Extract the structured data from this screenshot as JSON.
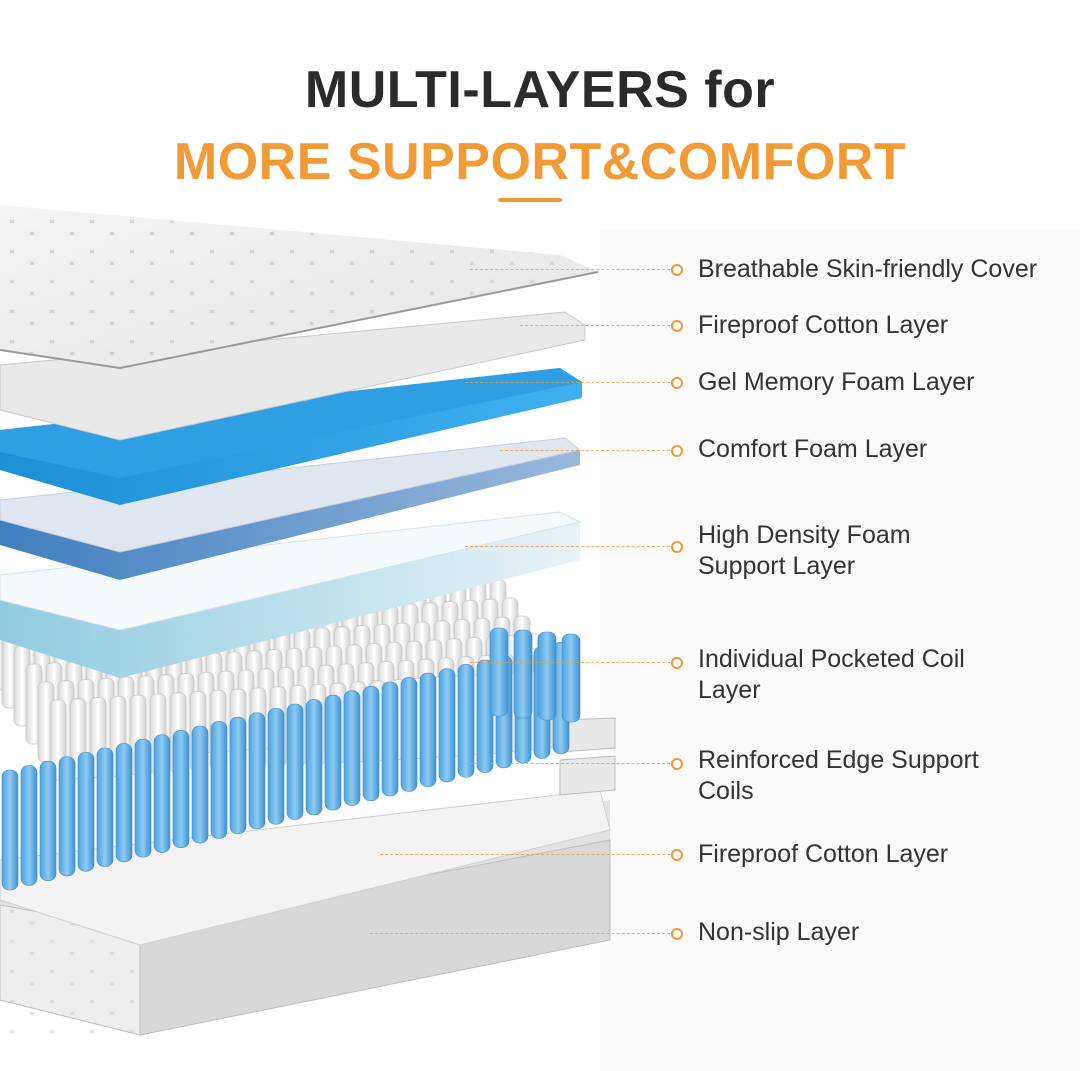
{
  "title": {
    "line1": "MULTI-LAYERS for",
    "line2": "MORE SUPPORT&COMFORT"
  },
  "colors": {
    "accent": "#f29a36",
    "text": "#333333",
    "heading": "#2b2b2b",
    "gel": "#2a9be0",
    "coil_blue": "#5fb3ea"
  },
  "layers": [
    {
      "label": "Breathable Skin-friendly Cover"
    },
    {
      "label": "Fireproof Cotton Layer"
    },
    {
      "label": "Gel Memory Foam Layer"
    },
    {
      "label": "Comfort Foam Layer"
    },
    {
      "label": "High Density Foam\nSupport Layer"
    },
    {
      "label": "Individual Pocketed Coil\nLayer"
    },
    {
      "label": "Reinforced Edge Support\nCoils"
    },
    {
      "label": "Fireproof Cotton Layer"
    },
    {
      "label": "Non-slip Layer"
    }
  ]
}
